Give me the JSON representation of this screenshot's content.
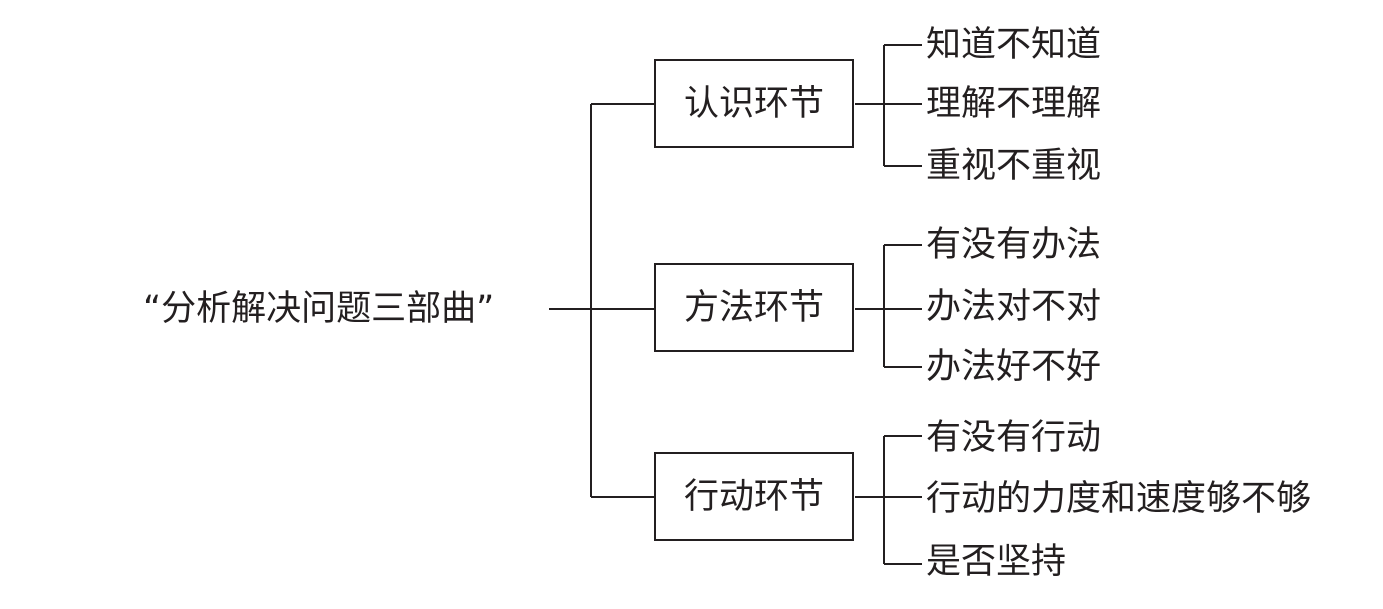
{
  "root": {
    "label": "“分析解决问题三部曲”"
  },
  "stages": [
    {
      "label": "认识环节",
      "items": [
        "知道不知道",
        "理解不理解",
        "重视不重视"
      ]
    },
    {
      "label": "方法环节",
      "items": [
        "有没有办法",
        "办法对不对",
        "办法好不好"
      ]
    },
    {
      "label": "行动环节",
      "items": [
        "有没有行动",
        "行动的力度和速度够不够",
        "是否坚持"
      ]
    }
  ],
  "colors": {
    "line": "#231f20",
    "text": "#231f20",
    "background": "#ffffff"
  }
}
